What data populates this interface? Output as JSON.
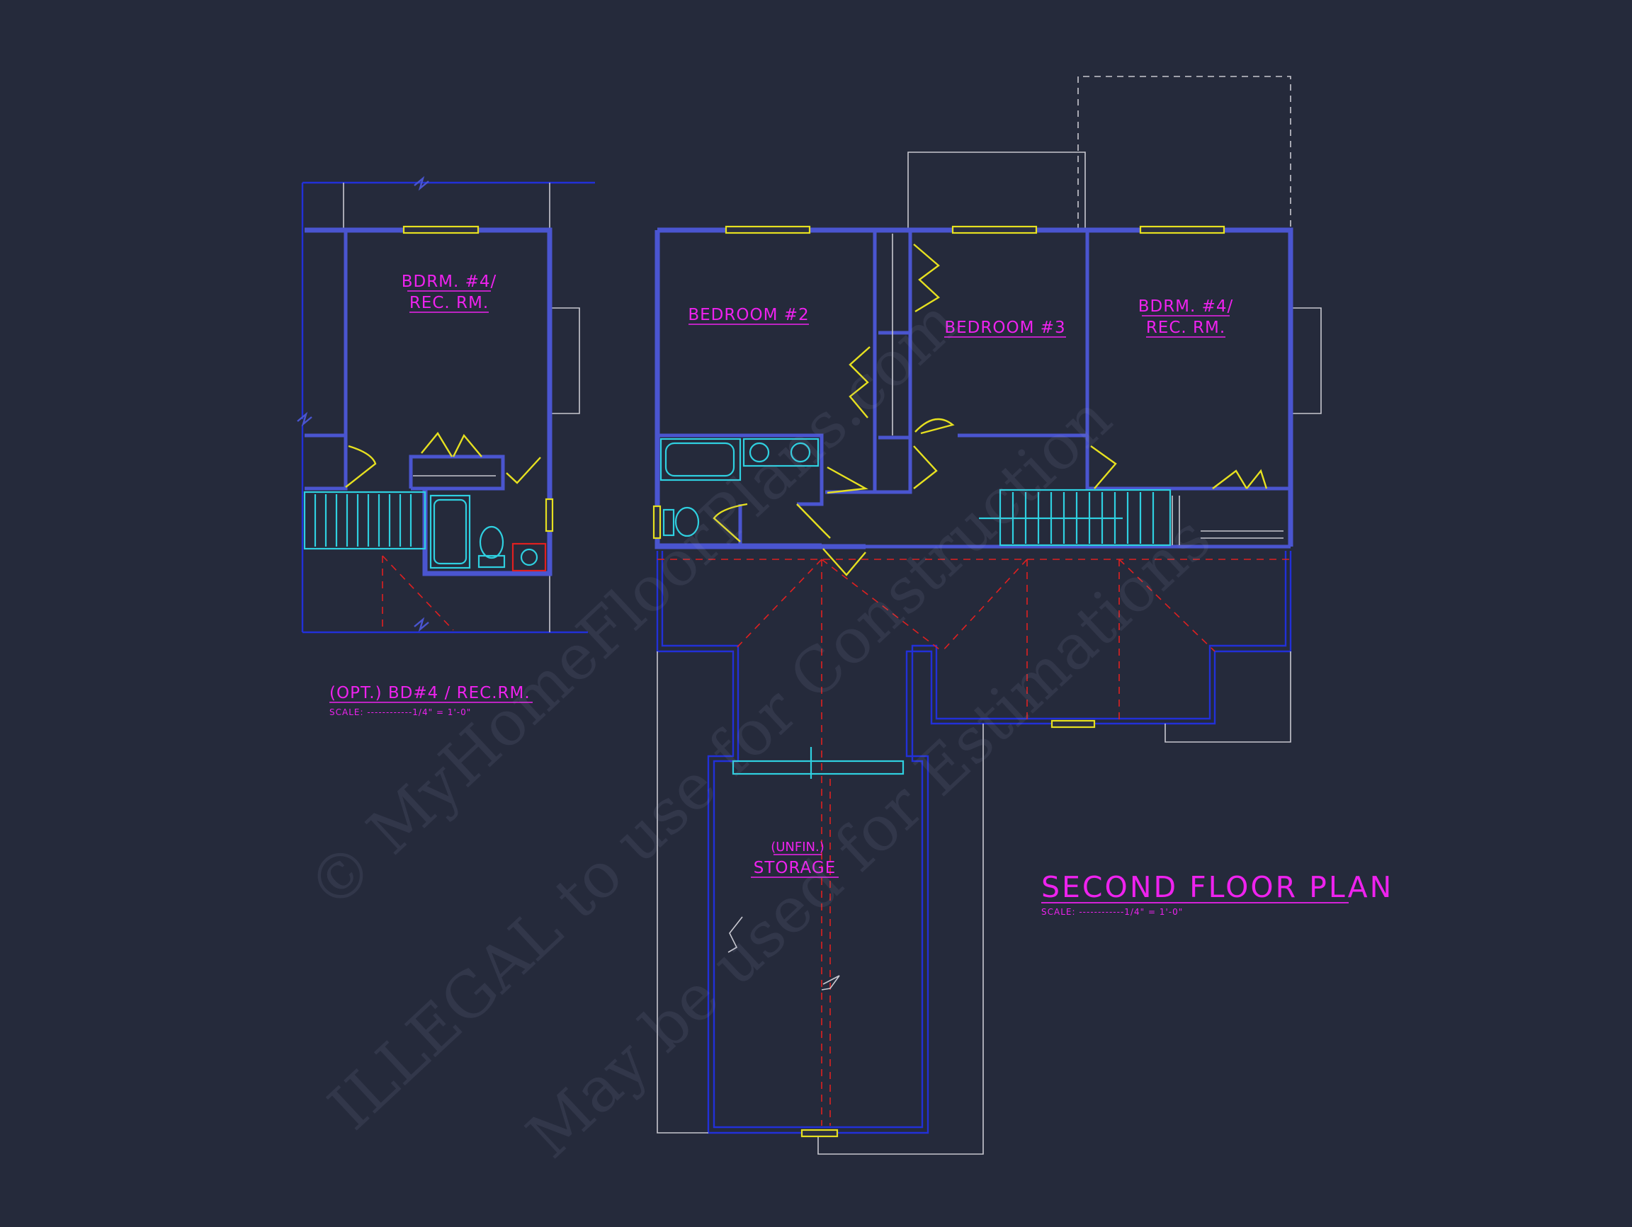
{
  "rooms": {
    "opt_bdrm4_line1": "BDRM. #4/",
    "opt_bdrm4_line2": "REC. RM.",
    "bedroom2": "BEDROOM #2",
    "bedroom3": "BEDROOM #3",
    "bdrm4_line1": "BDRM. #4/",
    "bdrm4_line2": "REC. RM.",
    "storage_line1": "(UNFIN.)",
    "storage_line2": "STORAGE"
  },
  "plans": {
    "optional_title": "(OPT.) BD#4 / REC.RM.",
    "optional_scale": "SCALE: ------------1/4\" = 1'-0\"",
    "main_title": "SECOND FLOOR PLAN",
    "main_scale": "SCALE: ------------1/4\" = 1'-0\""
  },
  "watermark": {
    "line1": "© MyHomeFloorPlans.com",
    "line2": "ILLEGAL to use for Construction",
    "line3": "May be used for Estimations"
  },
  "colors": {
    "background": "#252a3b",
    "walls": "#4a55d0",
    "labels": "#ee22ee",
    "doors_windows": "#e6e020",
    "fixtures": "#2fd0e0",
    "roof_lines": "#e02020"
  }
}
